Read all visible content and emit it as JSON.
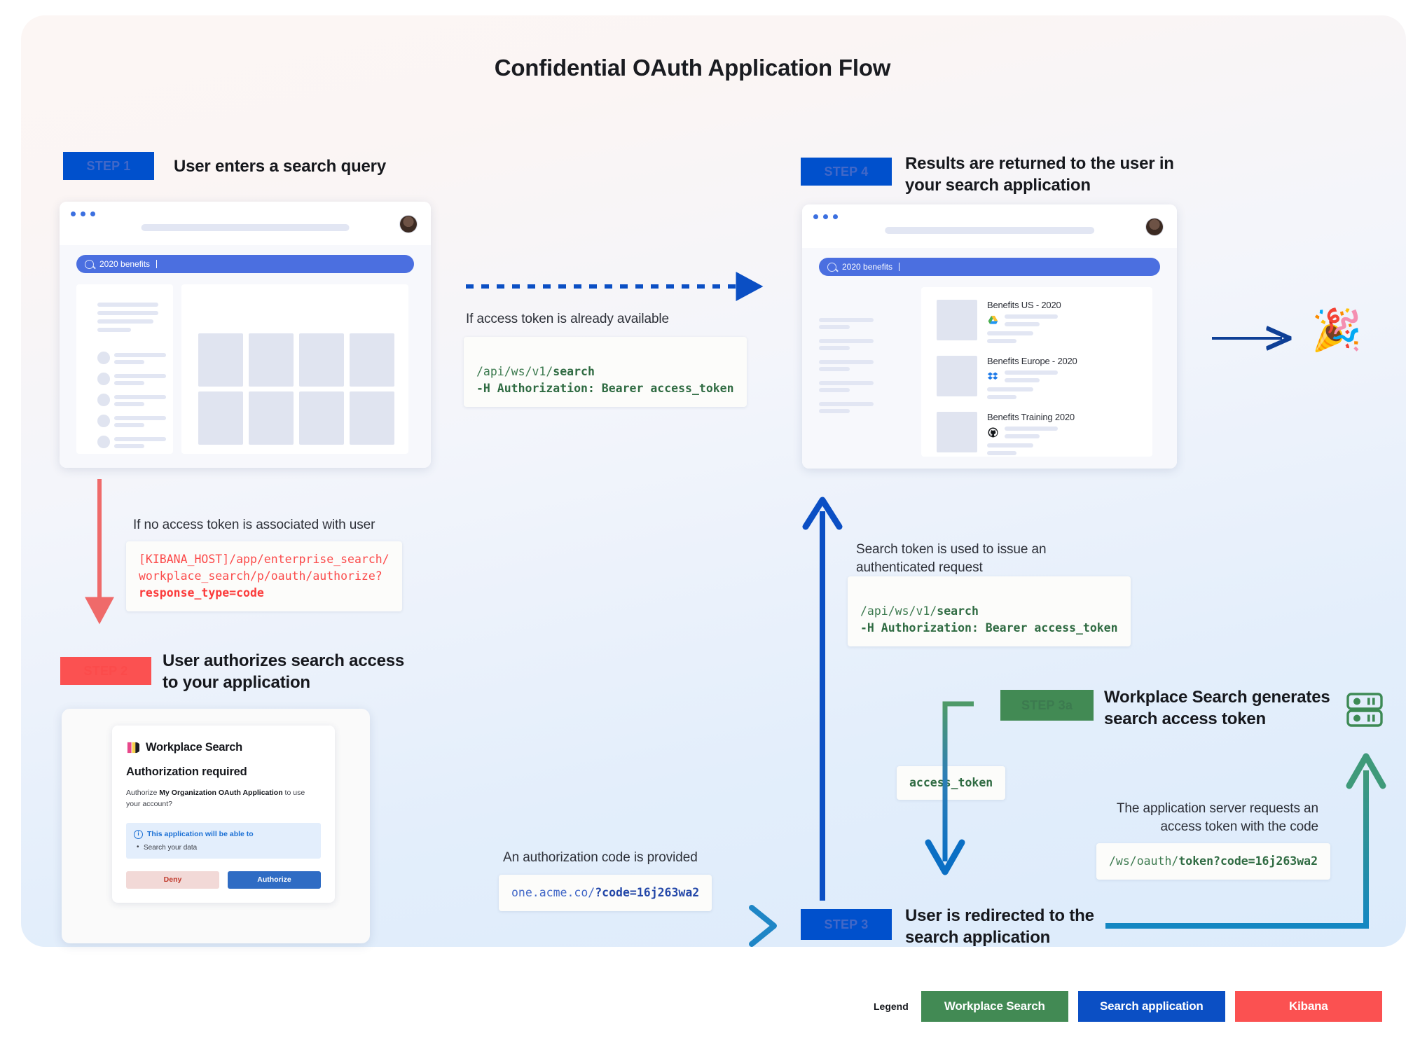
{
  "diagram": {
    "title": "Confidential OAuth Application Flow"
  },
  "steps": {
    "step1": {
      "chip": "STEP 1",
      "title": "User enters a search query"
    },
    "step2": {
      "chip": "STEP 2",
      "title": "User authorizes search access\nto your application"
    },
    "step3": {
      "chip": "STEP 3",
      "title": "User is redirected to the\nsearch application"
    },
    "step3a": {
      "chip": "STEP 3a",
      "title": "Workplace Search generates\nsearch access token"
    },
    "step4": {
      "chip": "STEP 4",
      "title": "Results are returned to the user in\nyour search application"
    }
  },
  "mock_search": {
    "query": "2020 benefits",
    "results": [
      {
        "title": "Benefits US - 2020",
        "source": "google-drive"
      },
      {
        "title": "Benefits Europe - 2020",
        "source": "dropbox"
      },
      {
        "title": "Benefits Training 2020",
        "source": "github"
      }
    ]
  },
  "notes": {
    "token_available": "If access token is already available",
    "no_token": "If no access token is associated with user",
    "auth_code": "An authorization code is provided",
    "search_token": "Search token is used to issue an\nauthenticated request",
    "server_requests": "The application server requests an\naccess token with the code"
  },
  "code": {
    "search_request": {
      "line1_plain": "/api/ws/v1/",
      "line1_bold": "search",
      "line2": "-H Authorization: Bearer access_token"
    },
    "kibana_authorize": {
      "plain": "[KIBANA_HOST]/app/enterprise_search/\nworkplace_search/p/oauth/authorize?\n",
      "bold": "response_type=code"
    },
    "redirect_uri": {
      "plain": "one.acme.co/",
      "bold": "?code=16j263wa2"
    },
    "token_request": {
      "plain": "/ws/oauth/",
      "bold": "token?code=16j263wa2"
    },
    "access_token_label": "access_token"
  },
  "auth_card": {
    "product": "Workplace Search",
    "heading": "Authorization required",
    "body_prefix": "Authorize ",
    "body_app": "My Organization OAuth Application",
    "body_suffix": " to use your account?",
    "scope_heading": "This application will be able to",
    "scope_item": "Search your data",
    "deny_label": "Deny",
    "authorize_label": "Authorize"
  },
  "legend": {
    "label": "Legend",
    "items": [
      {
        "label": "Workplace Search",
        "color": "#428a54"
      },
      {
        "label": "Search application",
        "color": "#0b4fc4"
      },
      {
        "label": "Kibana",
        "color": "#fb5151"
      }
    ]
  },
  "celebration": "🎉"
}
